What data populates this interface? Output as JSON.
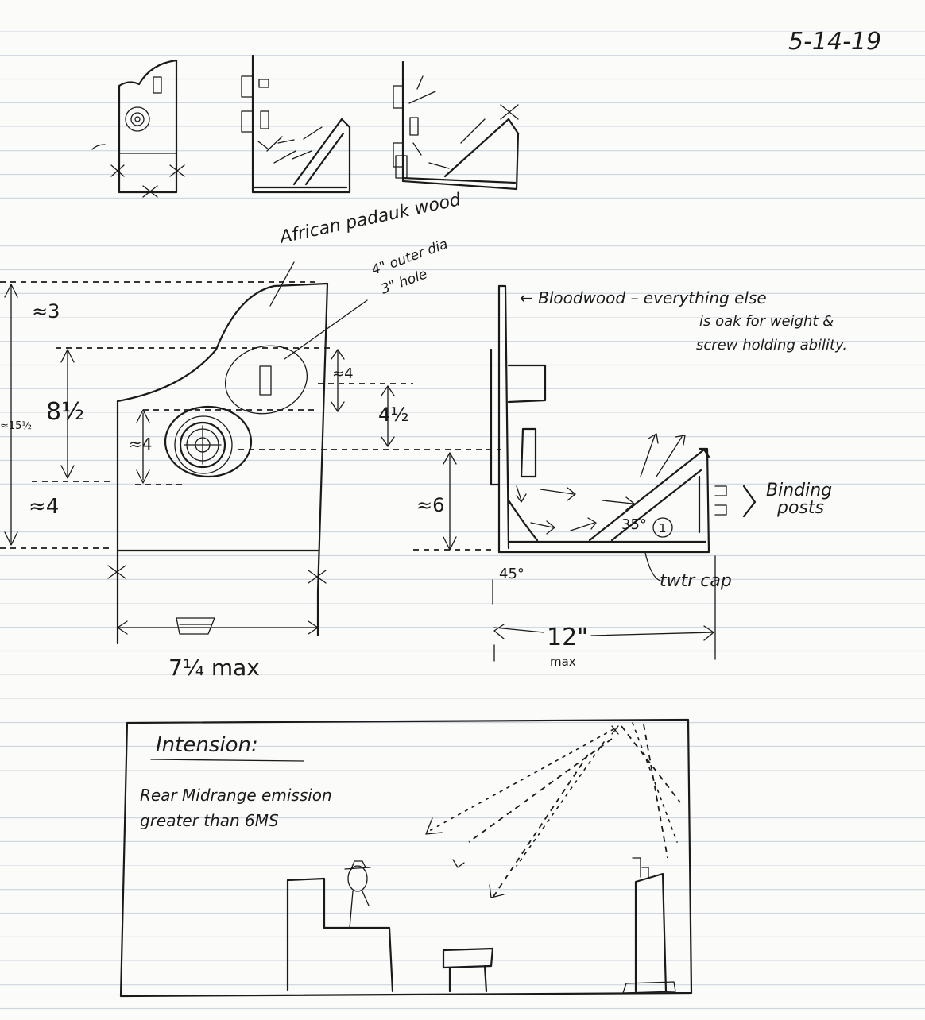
{
  "date": "5-14-19",
  "front_view": {
    "wood_note": "African padauk wood",
    "hole_note_line1": "4\" outer dia",
    "hole_note_line2": "3\" hole",
    "dim_top": "≈3",
    "dim_mid": "8½",
    "dim_bottom": "≈4",
    "dim_left_total": "≈15½",
    "dim_tweeter": "≈4",
    "dim_driver_gap": "4½",
    "dim_woofer_up": "≈4",
    "width_label": "7¼ max"
  },
  "side_view": {
    "bloodwood_note": "← Bloodwood – everything else",
    "bloodwood_note_2": "is oak for weight &",
    "bloodwood_note_3": "screw holding ability.",
    "dim_height": "≈6",
    "angle_1": "45°",
    "angle_2": "35°",
    "tweeter_cap_label": "twtr cap",
    "cap_marker": "1",
    "binding_posts_line1": "Binding",
    "binding_posts_line2": "posts",
    "depth_label": "12\"",
    "depth_sub": "max"
  },
  "intension": {
    "heading": "Intension:",
    "line1": "Rear Midrange emission",
    "line2": "greater than 6MS"
  }
}
